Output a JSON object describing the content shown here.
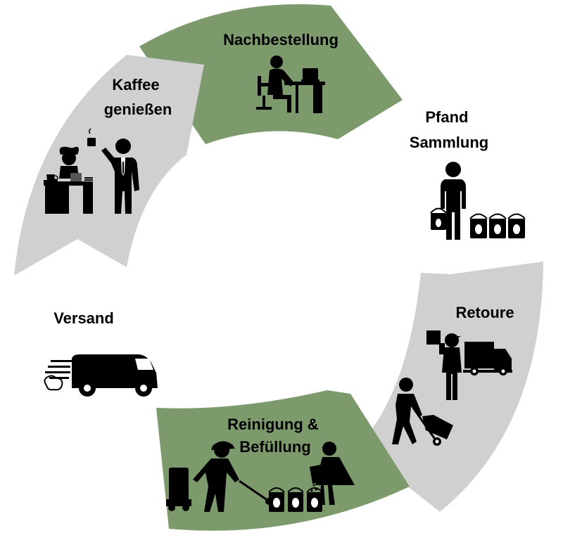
{
  "stages": [
    {
      "id": "nachbestellung",
      "lines": [
        "Nachbestellung"
      ],
      "icon": "person-at-desk-computer-icon"
    },
    {
      "id": "pfand",
      "lines": [
        "Pfand",
        "Sammlung"
      ],
      "icon": "person-holding-bucket-icon"
    },
    {
      "id": "retoure",
      "lines": [
        "Retoure"
      ],
      "icon": "delivery-worker-truck-icon"
    },
    {
      "id": "reinigung",
      "lines": [
        "Reinigung &",
        "Befüllung"
      ],
      "icon": "workers-cleaning-filling-icon"
    },
    {
      "id": "versand",
      "lines": [
        "Versand"
      ],
      "icon": "delivery-van-icon"
    },
    {
      "id": "kaffee",
      "lines": [
        "Kaffee",
        "genießen"
      ],
      "icon": "office-worker-coffee-icon"
    }
  ],
  "colors": {
    "green": "#7c9a6b",
    "gray": "#d0d0d0",
    "icon": "#000000",
    "background": "#ffffff"
  }
}
